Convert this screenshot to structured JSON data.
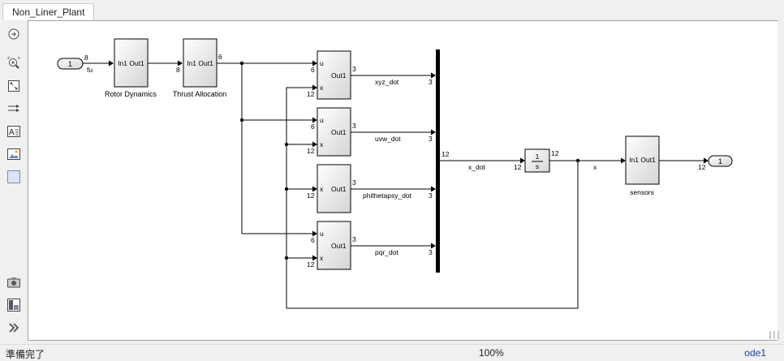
{
  "tab": {
    "label": "Non_Liner_Plant"
  },
  "toolbar": {
    "items": [
      "navigate-icon",
      "zoom-icon",
      "fit-view-icon",
      "signal-icon",
      "annotation-icon",
      "image-icon",
      "area-icon",
      "camera-icon",
      "model-browser-icon",
      "expand-icon"
    ]
  },
  "diagram": {
    "inport": {
      "number": "1",
      "signal": "fu",
      "width": "8"
    },
    "rotor": {
      "ports": "In1 Out1",
      "name": "Rotor Dynamics"
    },
    "thrust": {
      "ports": "In1 Out1",
      "name": "Thrust Allocation",
      "in_width": "8",
      "out_width": "6"
    },
    "blk1": {
      "u": "u",
      "x": "x",
      "out": "Out1",
      "u_w": "6",
      "x_w": "12",
      "out_w": "3",
      "signal": "xyz_dot",
      "mux_w": "3"
    },
    "blk2": {
      "u": "u",
      "x": "x",
      "out": "Out1",
      "u_w": "6",
      "x_w": "12",
      "out_w": "3",
      "signal": "uvw_dot",
      "mux_w": "3"
    },
    "blk3": {
      "x": "x",
      "out": "Out1",
      "x_w": "12",
      "out_w": "3",
      "signal": "phithetapsy_dot",
      "mux_w": "3"
    },
    "blk4": {
      "u": "u",
      "x": "x",
      "out": "Out1",
      "u_w": "6",
      "x_w": "12",
      "out_w": "3",
      "signal": "pqr_dot",
      "mux_w": "3"
    },
    "mux_out": {
      "width": "12",
      "signal": "x_dot"
    },
    "integrator": {
      "num": "1",
      "den": "s",
      "in_w": "12",
      "out_w": "12"
    },
    "state": {
      "signal": "x"
    },
    "sensors": {
      "ports": "In1 Out1",
      "name": "sensors",
      "out_w": "12"
    },
    "outport": {
      "number": "1"
    }
  },
  "status": {
    "left": "準備完了",
    "zoom": "100%",
    "solver": "ode1"
  }
}
